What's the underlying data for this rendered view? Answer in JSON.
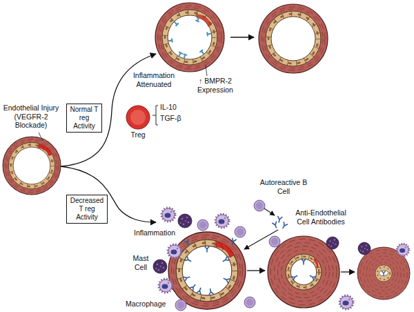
{
  "diagram": {
    "nodes": [
      {
        "text": [
          "Normal T reg Activity"
        ]
      },
      {
        "text": [
          "Decreased T reg Activity"
        ]
      }
    ],
    "labels": [
      "Endothelial Injury (VEGFR-2 Blockade)",
      "Inflammation Attenuated",
      "Treg",
      "IL-10",
      "TGF-β",
      "↑ BMPR-2 Expression",
      "Inflammation",
      "Autoreactive B Cell",
      "Anti-Endothelial Cell Antibodies",
      "Mast Cell",
      "Macrophage"
    ]
  }
}
